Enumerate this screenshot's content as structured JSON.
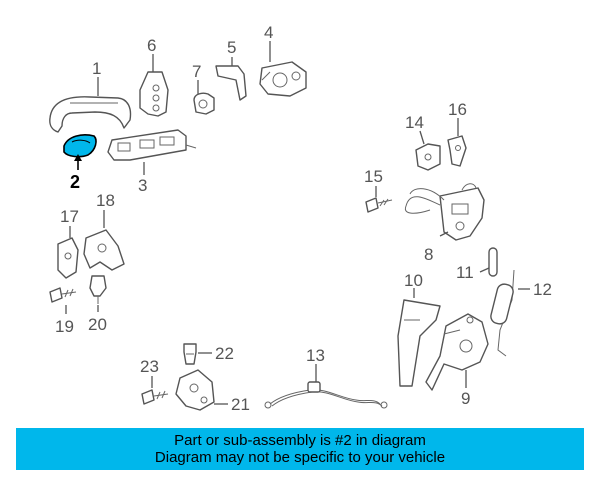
{
  "callouts": {
    "n1": "1",
    "n2": "2",
    "n3": "3",
    "n4": "4",
    "n5": "5",
    "n6": "6",
    "n7": "7",
    "n8": "8",
    "n9": "9",
    "n10": "10",
    "n11": "11",
    "n12": "12",
    "n13": "13",
    "n14": "14",
    "n15": "15",
    "n16": "16",
    "n17": "17",
    "n18": "18",
    "n19": "19",
    "n20": "20",
    "n21": "21",
    "n22": "22",
    "n23": "23"
  },
  "highlight": {
    "color": "#00b7eb"
  },
  "banner": {
    "line1": "Part or sub-assembly is #2 in diagram",
    "line2": "Diagram may not be specific to your vehicle",
    "color": "#00b7eb"
  }
}
